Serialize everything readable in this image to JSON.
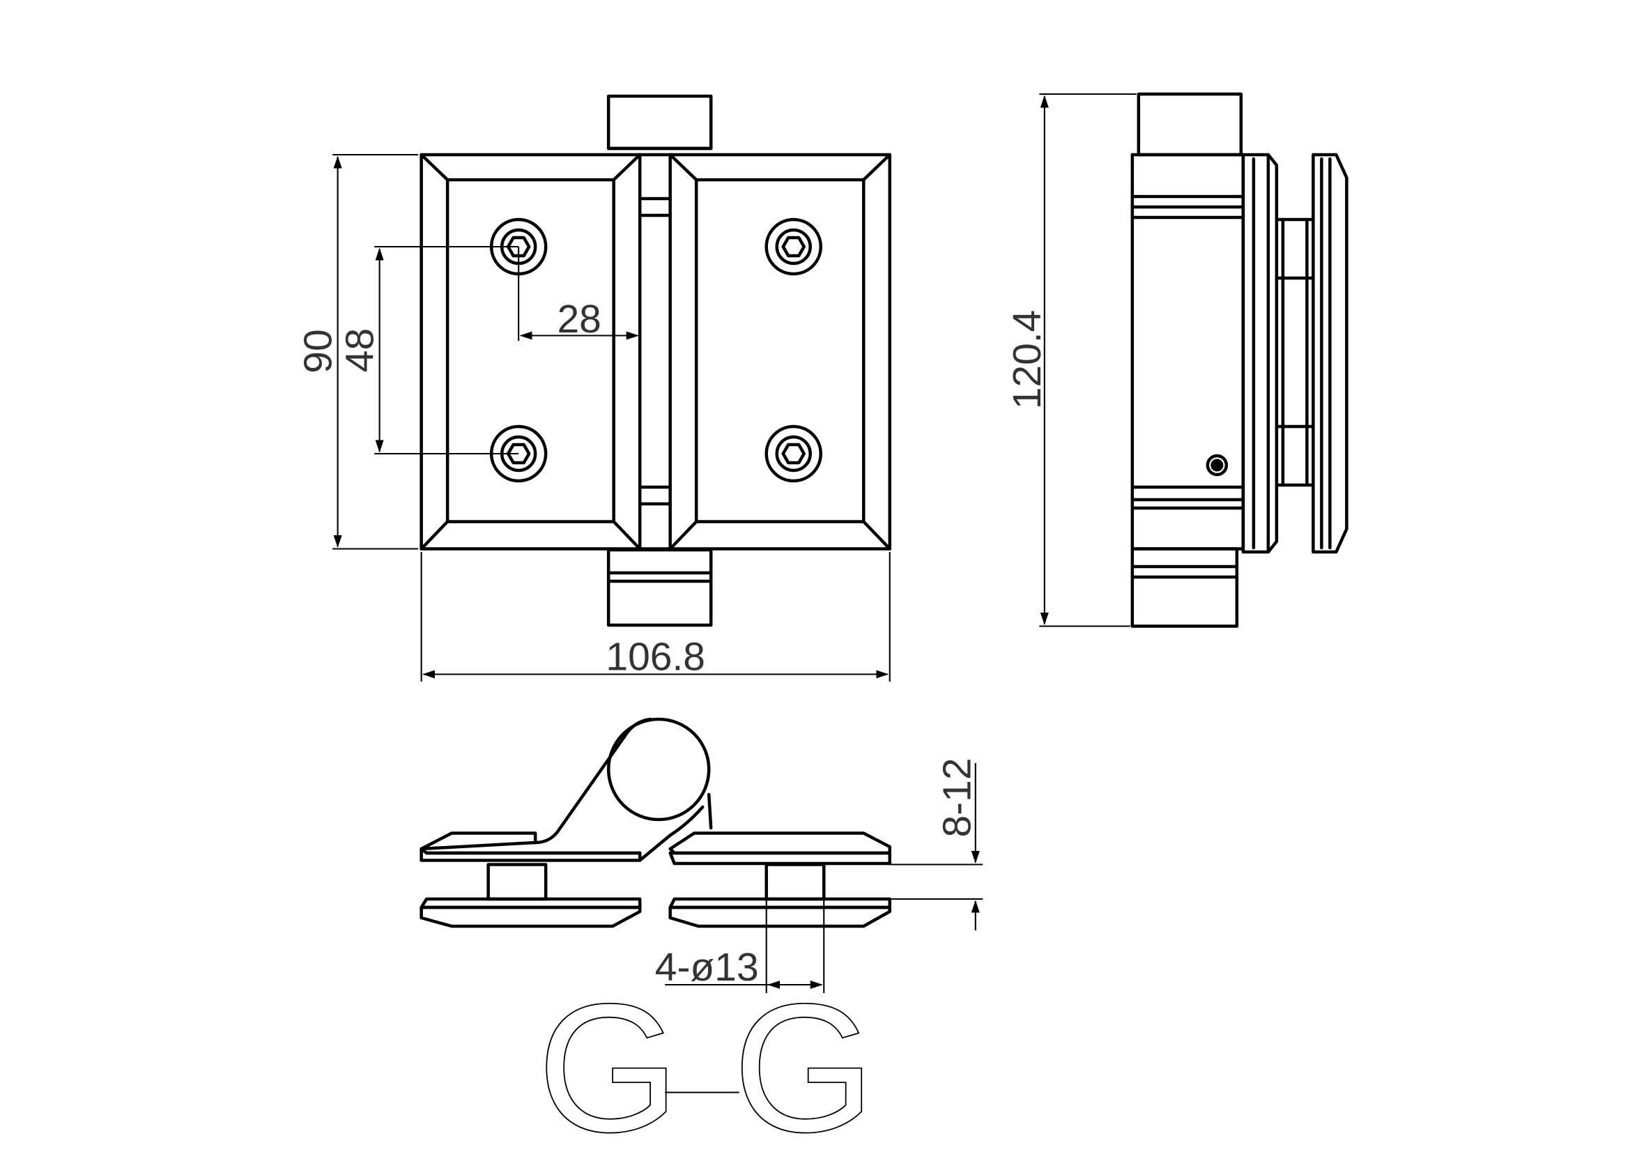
{
  "dimensions": {
    "overall_height": "90",
    "hole_spacing": "48",
    "hole_offset": "28",
    "overall_width": "106.8",
    "side_height": "120.4",
    "glass_thickness": "8-12",
    "hole_diameter": "4-ø13"
  },
  "section_label": {
    "left": "G",
    "dash": "—",
    "right": "G"
  }
}
